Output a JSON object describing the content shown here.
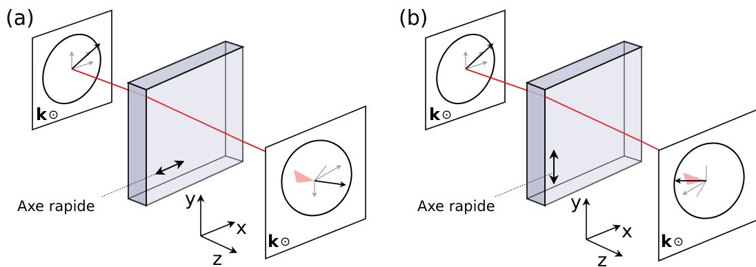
{
  "panels": [
    {
      "label": "(a)",
      "fast_axis_label": "Axe rapide"
    },
    {
      "label": "(b)",
      "fast_axis_label": "Axe rapide"
    }
  ],
  "axes": {
    "x": "x",
    "y": "y",
    "z": "z"
  },
  "wave_vector": {
    "symbol": "k",
    "direction_symbol": "⊙"
  },
  "colors": {
    "beam": "#e8141b",
    "plate_front": "#d9dbe9",
    "plate_side": "#b6b8cf",
    "plate_top": "#c7c9dc",
    "plate_right": "#eceef7",
    "stroke": "#000000",
    "field_gray": "#999999",
    "beam_fade": "#f6a3a3"
  }
}
